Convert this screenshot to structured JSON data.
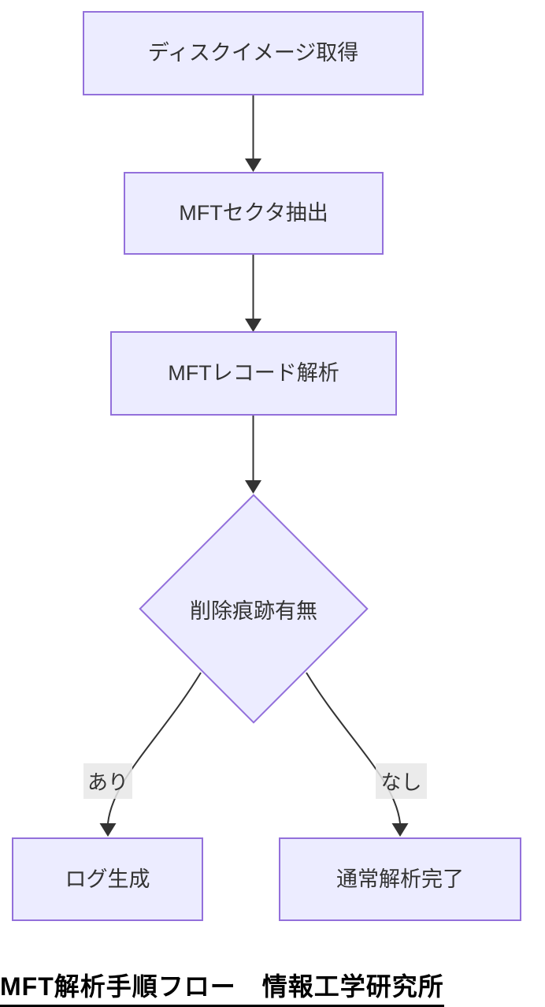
{
  "diagram": {
    "type": "flowchart",
    "direction": "top-down",
    "title": "MFT解析手順フロー　情報工学研究所",
    "nodes": [
      {
        "id": "disk-image",
        "shape": "rect",
        "label": "ディスクイメージ取得"
      },
      {
        "id": "mft-sector",
        "shape": "rect",
        "label": "MFTセクタ抽出"
      },
      {
        "id": "mft-record",
        "shape": "rect",
        "label": "MFTレコード解析"
      },
      {
        "id": "deletion-check",
        "shape": "diamond",
        "label": "削除痕跡有無"
      },
      {
        "id": "log-generate",
        "shape": "rect",
        "label": "ログ生成"
      },
      {
        "id": "normal-complete",
        "shape": "rect",
        "label": "通常解析完了"
      }
    ],
    "edges": [
      {
        "from": "disk-image",
        "to": "mft-sector",
        "label": ""
      },
      {
        "from": "mft-sector",
        "to": "mft-record",
        "label": ""
      },
      {
        "from": "mft-record",
        "to": "deletion-check",
        "label": ""
      },
      {
        "from": "deletion-check",
        "to": "log-generate",
        "label": "あり"
      },
      {
        "from": "deletion-check",
        "to": "normal-complete",
        "label": "なし"
      }
    ],
    "colors": {
      "node_fill": "#ECECFF",
      "node_border": "#9370DB",
      "edge_line": "#333333",
      "edge_label_bg": "#e8e8e8",
      "node_text": "#333333",
      "title_text": "#000000",
      "background": "#ffffff"
    }
  }
}
